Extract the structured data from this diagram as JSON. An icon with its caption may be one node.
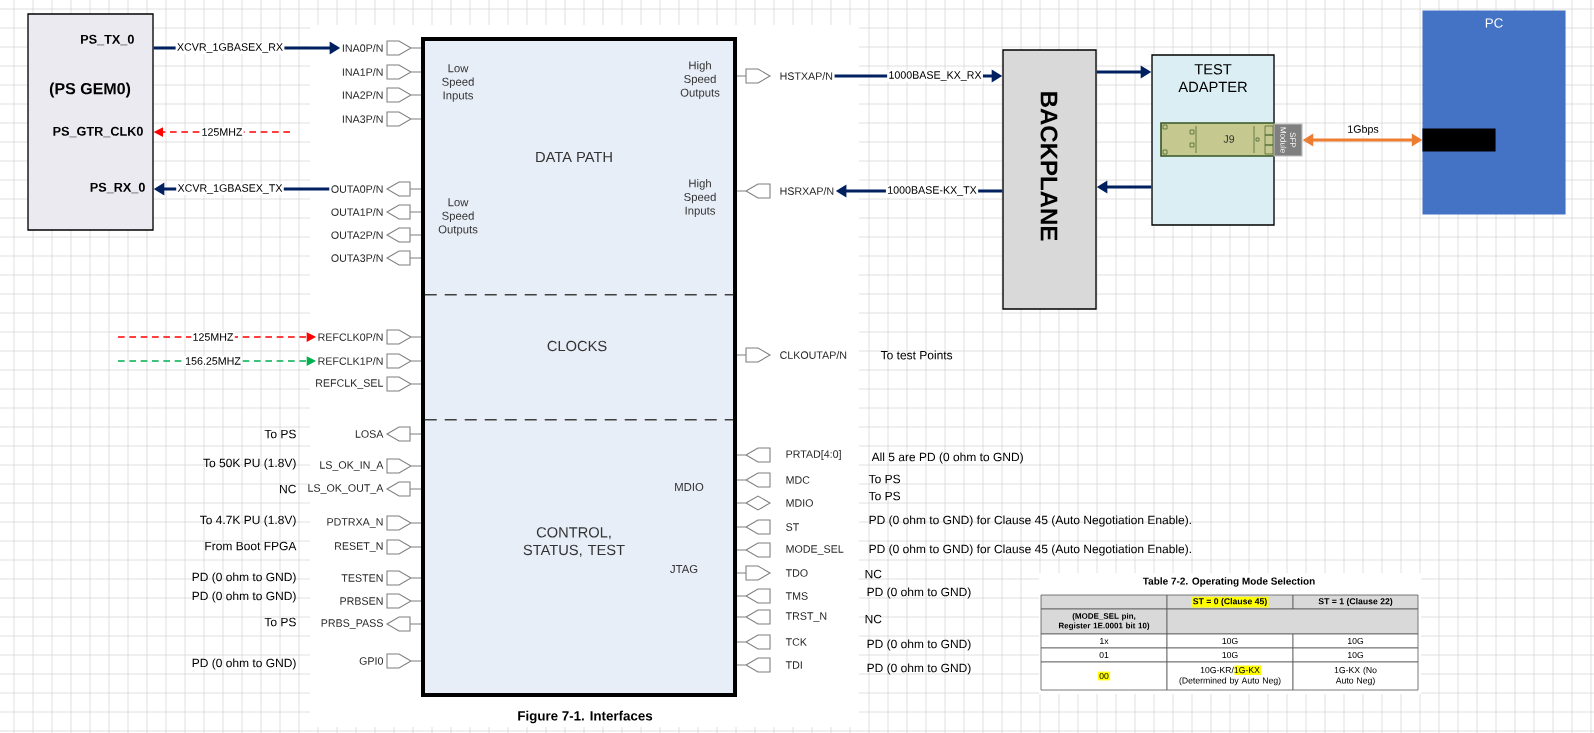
{
  "diagram": {
    "caption": "Figure 7-1. Interfaces",
    "nodes": [
      {
        "text": [
          "PS_TX_0",
          "(PS GEM0)",
          "PS_GTR_CLK0",
          "PS_RX_0"
        ]
      },
      {
        "text": [],
        "shape": "box"
      },
      {
        "text": [
          "Low Speed Inputs",
          "High Speed Outputs",
          "DATA PATH",
          "Low Speed Outputs",
          "High Speed Inputs"
        ],
        "in": 1
      },
      {
        "text": [
          "CLOCKS"
        ],
        "in": 1
      },
      {
        "text": [
          "CONTROL, STATUS, TEST",
          "MDIO",
          "JTAG"
        ],
        "in": 1
      },
      {
        "text": [
          "INA0P/N"
        ]
      },
      {
        "text": [
          "INA1P/N"
        ]
      },
      {
        "text": [
          "INA2P/N"
        ]
      },
      {
        "text": [
          "INA3P/N"
        ]
      },
      {
        "text": [
          "OUTA0P/N"
        ]
      },
      {
        "text": [
          "OUTA1P/N"
        ]
      },
      {
        "text": [
          "OUTA2P/N"
        ]
      },
      {
        "text": [
          "OUTA3P/N"
        ]
      },
      {
        "text": [
          "REFCLK0P/N"
        ]
      },
      {
        "text": [
          "REFCLK1P/N"
        ]
      },
      {
        "text": [
          "REFCLK_SEL"
        ]
      },
      {
        "text": [
          "LOSA"
        ]
      },
      {
        "text": [
          "LS_OK_IN_A"
        ],
        "beside": [
          "To 50K PU (1.8V)"
        ]
      },
      {
        "text": [
          "LS_OK_OUT_A"
        ],
        "beside": [
          "NC"
        ]
      },
      {
        "text": [
          "PDTRXA_N"
        ],
        "beside": [
          "To 4.7K PU (1.8V)"
        ]
      },
      {
        "text": [
          "RESET_N"
        ],
        "beside": [
          "From Boot FPGA"
        ]
      },
      {
        "text": [
          "TESTEN"
        ],
        "beside": [
          "PD (0 ohm to GND)"
        ]
      },
      {
        "text": [
          "PRBSEN"
        ],
        "beside": [
          "PD (0 ohm to GND)"
        ]
      },
      {
        "text": [
          "PRBS_PASS"
        ],
        "beside": [
          "To PS"
        ]
      },
      {
        "text": [
          "GPI0"
        ]
      },
      {
        "text": [
          "HSTXAP/N"
        ]
      },
      {
        "text": [
          "HSRXAP/N"
        ]
      },
      {
        "text": [
          "CLKOUTAP/N"
        ],
        "beside": [
          "To test Points"
        ]
      },
      {
        "text": [
          "PRTAD[4:0]"
        ],
        "beside": [
          "All 5 are PD (0 ohm to GND)"
        ]
      },
      {
        "text": [
          "MDC"
        ]
      },
      {
        "text": [
          "MDIO"
        ]
      },
      {
        "text": [
          "ST"
        ]
      },
      {
        "text": [
          "MODE_SEL"
        ],
        "beside": [
          "PD (0 ohm to GND) for Clause 45 (Auto Negotiation Enable)."
        ]
      },
      {
        "text": [
          "TDO"
        ]
      },
      {
        "text": [
          "TMS"
        ]
      },
      {
        "text": [
          "TRST_N"
        ],
        "beside": [
          "NC"
        ]
      },
      {
        "text": [
          "TCK"
        ]
      },
      {
        "text": [
          "TDI"
        ]
      },
      {
        "text": [
          "BACKPLANE"
        ]
      },
      {
        "text": [
          "TEST ADAPTER"
        ]
      },
      {
        "text": [
          "J9"
        ],
        "in": 39
      },
      {
        "text": [
          "SFP Module"
        ]
      },
      {
        "text": [
          "PC"
        ]
      },
      {
        "text": [],
        "shape": "box",
        "in": 42
      }
    ],
    "edges": [
      {
        "from": 0,
        "to": 5,
        "arrow": "to",
        "label": "XCVR_1GBASEX_RX"
      },
      {
        "from": null,
        "to": 0,
        "arrow": "to",
        "label": "125MHZ",
        "style": "dashed",
        "color": "#ff0000"
      },
      {
        "from": 9,
        "to": 0,
        "arrow": "to",
        "label": "XCVR_1GBASEX_TX"
      },
      {
        "from": null,
        "to": 13,
        "arrow": "to",
        "label": "125MHZ",
        "style": "dashed",
        "color": "#ff0000"
      },
      {
        "from": null,
        "to": 14,
        "arrow": "to",
        "label": "156.25MHZ",
        "style": "dashed",
        "color": "#00b050"
      },
      {
        "from": 25,
        "to": 38,
        "arrow": "to",
        "label": "1000BASE_KX_RX"
      },
      {
        "from": 38,
        "to": 26,
        "arrow": "to",
        "label": "1000BASE-KX_TX"
      },
      {
        "from": 38,
        "to": 39,
        "arrow": "to"
      },
      {
        "from": 39,
        "to": 38,
        "arrow": "to"
      },
      {
        "from": 41,
        "to": 43,
        "arrow": "both",
        "label": "1Gbps",
        "color": "#ed7d31"
      }
    ],
    "labels": [
      "To PS",
      "To PS",
      "To PS",
      "PD (0 ohm to GND) for Clause 45 (Auto Negotiation Enable).",
      "NC",
      "PD (0 ohm to GND)",
      "PD (0 ohm to GND)",
      "PD (0 ohm to GND)",
      "PD (0 ohm to GND)",
      "Table 7-2. Operating Mode Selection",
      "ST = 0 (Clause 45)",
      "ST = 1 (Clause 22)",
      "(MODE_SEL pin, Register 1E.0001 bit 10)",
      "1x",
      "10G",
      "10G",
      "01",
      "10G",
      "10G",
      "00",
      "10G-KR/1G-KX (Determined by Auto Neg)",
      "1G-KX (No Auto Neg)"
    ]
  }
}
